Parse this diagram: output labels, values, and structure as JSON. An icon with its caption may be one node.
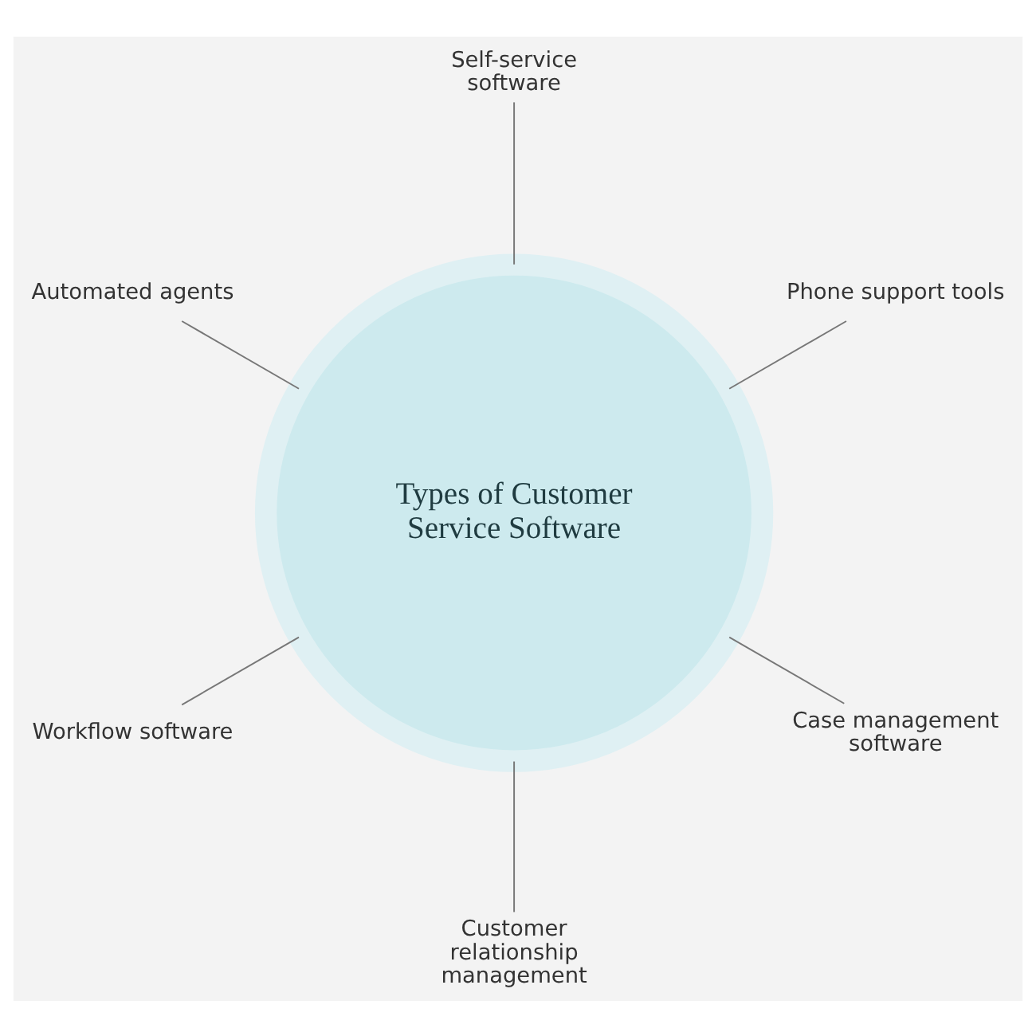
{
  "diagram": {
    "nodes": [
      {
        "text": [
          "Types of Customer Service Software"
        ]
      },
      {
        "text": [
          "Phone support tools"
        ]
      },
      {
        "text": [
          "Self-service software"
        ]
      },
      {
        "text": [
          "Automated agents"
        ]
      },
      {
        "text": [
          "Workflow software"
        ]
      },
      {
        "text": [
          "Customer relationship management"
        ]
      },
      {
        "text": [
          "Case management software"
        ]
      }
    ],
    "edges": [
      {
        "from": 0,
        "to": 1,
        "arrow": "none"
      },
      {
        "from": 0,
        "to": 2,
        "arrow": "none"
      },
      {
        "from": 0,
        "to": 3,
        "arrow": "none"
      },
      {
        "from": 0,
        "to": 4,
        "arrow": "none"
      },
      {
        "from": 0,
        "to": 5,
        "arrow": "none"
      },
      {
        "from": 0,
        "to": 6,
        "arrow": "none"
      }
    ]
  }
}
